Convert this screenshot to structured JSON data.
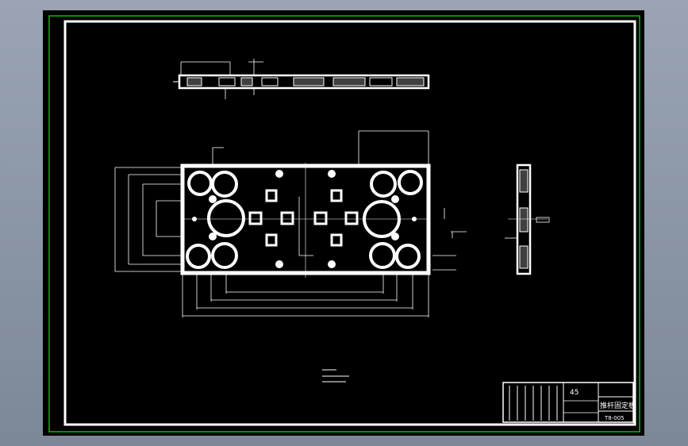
{
  "drawing": {
    "colors": {
      "background": "#000000",
      "frame_outer": "#00c000",
      "frame_inner": "#ffffff",
      "geometry": "#ffffff"
    },
    "title_block": {
      "material": "45",
      "part_name": "推杆固定板",
      "drawing_number": "T8-005"
    }
  }
}
